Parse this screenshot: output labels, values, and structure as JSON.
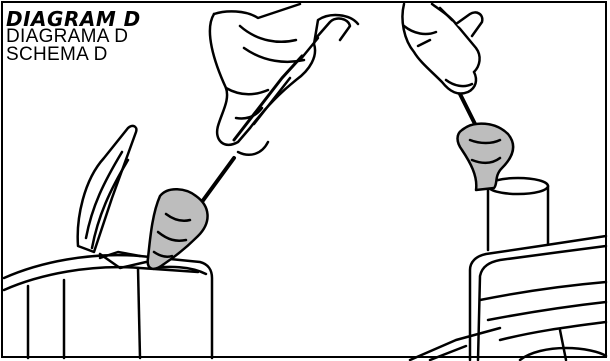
{
  "labels": {
    "title": "DIAGRAM D",
    "line2": "DIAGRAMA D",
    "line3": "SCHEMA D"
  },
  "colors": {
    "ink": "#000000",
    "skin": "#ffffff",
    "shade": "#bdbdbd",
    "background": "#ffffff"
  },
  "parts": [
    "left-hand-icon",
    "right-hand-icon",
    "brush-icon",
    "cleaning-tool-icon",
    "left-appliance-body",
    "open-lid-icon",
    "right-appliance-body",
    "cylinder-post"
  ]
}
